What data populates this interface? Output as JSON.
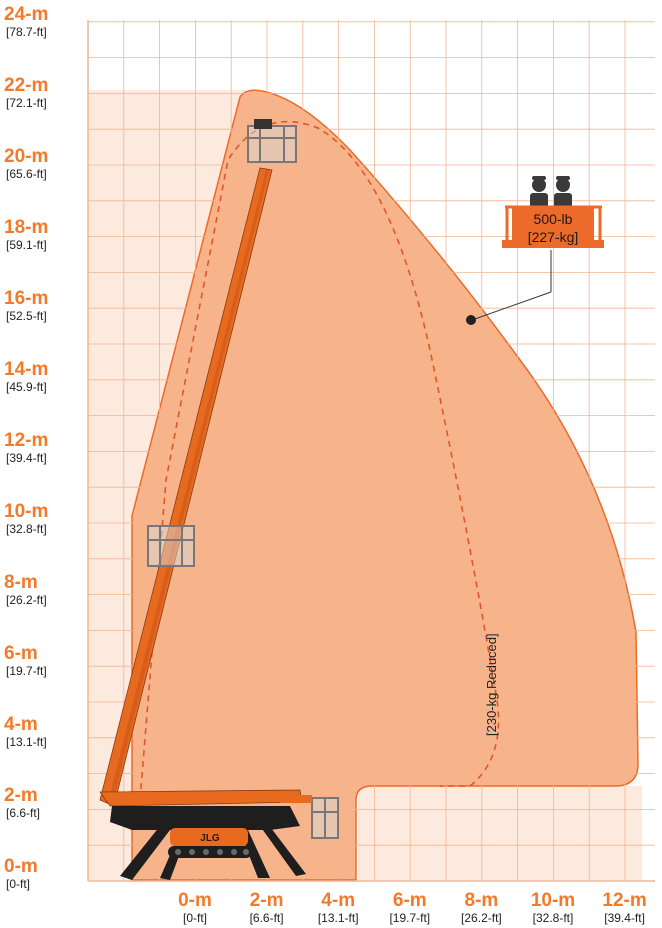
{
  "colors": {
    "accent": "#f27a2a",
    "envelope_fill": "#f7b48a",
    "envelope_stroke": "#ec6a2a",
    "reduced_dash": "#e0562a",
    "light_zone": "#fde8da",
    "grid": "#f0b592",
    "tick_text_ft": "#222222",
    "boom": "#e86a1e",
    "machine_dark": "#1e1e1e",
    "platform_grey": "#9a9a9a"
  },
  "y_ticks": [
    {
      "m": "24-m",
      "ft": "[78.7-ft]"
    },
    {
      "m": "22-m",
      "ft": "[72.1-ft]"
    },
    {
      "m": "20-m",
      "ft": "[65.6-ft]"
    },
    {
      "m": "18-m",
      "ft": "[59.1-ft]"
    },
    {
      "m": "16-m",
      "ft": "[52.5-ft]"
    },
    {
      "m": "14-m",
      "ft": "[45.9-ft]"
    },
    {
      "m": "12-m",
      "ft": "[39.4-ft]"
    },
    {
      "m": "10-m",
      "ft": "[32.8-ft]"
    },
    {
      "m": "8-m",
      "ft": "[26.2-ft]"
    },
    {
      "m": "6-m",
      "ft": "[19.7-ft]"
    },
    {
      "m": "4-m",
      "ft": "[13.1-ft]"
    },
    {
      "m": "2-m",
      "ft": "[6.6-ft]"
    },
    {
      "m": "0-m",
      "ft": "[0-ft]"
    }
  ],
  "x_ticks": [
    {
      "m": "0-m",
      "ft": "[0-ft]"
    },
    {
      "m": "2-m",
      "ft": "[6.6-ft]"
    },
    {
      "m": "4-m",
      "ft": "[13.1-ft]"
    },
    {
      "m": "6-m",
      "ft": "[19.7-ft]"
    },
    {
      "m": "8-m",
      "ft": "[26.2-ft]"
    },
    {
      "m": "10-m",
      "ft": "[32.8-ft]"
    },
    {
      "m": "12-m",
      "ft": "[39.4-ft]"
    }
  ],
  "capacity": {
    "line1": "500-lb",
    "line2": "[227-kg]",
    "icon": "two-workers-helmet-icon"
  },
  "reduced_label": "[230-kg Reduced]",
  "machine_brand": "JLG"
}
